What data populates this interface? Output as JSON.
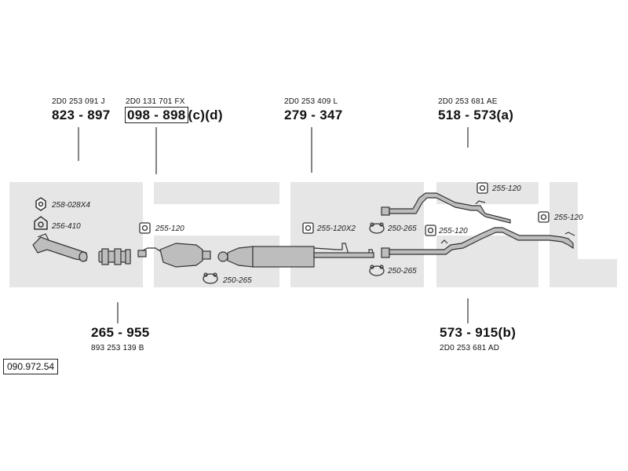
{
  "document_id": "090.972.54",
  "parts": [
    {
      "id": "p1",
      "oem": "2D0 253 091 J",
      "number": "823 - 897",
      "suffix": ""
    },
    {
      "id": "p2",
      "oem": "2D0 131 701 FX",
      "number": "098 - 898",
      "suffix": "(c)(d)"
    },
    {
      "id": "p3",
      "oem": "2D0 253 409 L",
      "number": "279 - 347",
      "suffix": ""
    },
    {
      "id": "p4",
      "oem": "2D0 253 681 AE",
      "number": "518 - 573",
      "suffix": "(a)"
    },
    {
      "id": "p5",
      "oem": "893 253 139 B",
      "number": "265 - 955",
      "suffix": ""
    },
    {
      "id": "p6",
      "oem": "2D0 253 681 AD",
      "number": "573 - 915",
      "suffix": "(b)"
    }
  ],
  "accessory_refs": [
    {
      "code": "258-028X4",
      "icon": "nut-icon"
    },
    {
      "code": "256-410",
      "icon": "gasket-icon"
    },
    {
      "code": "255-120",
      "icon": "rubber-mount-icon"
    },
    {
      "code": "250-265",
      "icon": "clamp-icon"
    },
    {
      "code": "255-120X2",
      "icon": "rubber-mount-icon"
    },
    {
      "code": "250-265",
      "icon": "clamp-icon"
    },
    {
      "code": "255-120",
      "icon": "rubber-mount-icon"
    },
    {
      "code": "250-265",
      "icon": "clamp-icon"
    },
    {
      "code": "255-120",
      "icon": "rubber-mount-icon"
    },
    {
      "code": "255-120",
      "icon": "rubber-mount-icon"
    }
  ],
  "colors": {
    "watermark": "#e6e6e6",
    "line": "#333333",
    "part_fill": "#bdbdbd"
  }
}
